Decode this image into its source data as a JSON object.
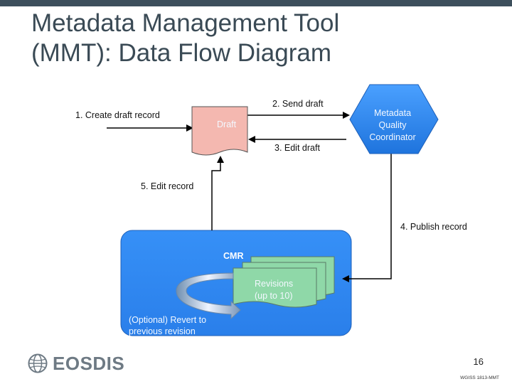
{
  "slide": {
    "title_line1": "Metadata Management Tool",
    "title_line2": "(MMT): Data Flow Diagram",
    "page_number": "16",
    "footer_code": "WGISS 1813-MMT"
  },
  "diagram": {
    "step1_label": "1. Create draft record",
    "step2_label": "2. Send draft",
    "step3_label": "3. Edit draft",
    "step4_label": "4. Publish record",
    "step5_label": "5. Edit record",
    "draft_doc_label": "Draft",
    "coordinator_label": "Metadata Quality Coordinator",
    "cmr_label": "CMR",
    "revisions_label": "Revisions (up to 10)",
    "revert_label": "(Optional) Revert to previous revision"
  },
  "logo": {
    "text": "EOSDIS"
  },
  "colors": {
    "title": "#3a4a55",
    "topbar": "#3d4f5c",
    "draft_fill": "#f4b8b0",
    "coordinator_fill": "#2f86ee",
    "cmr_fill": "#2f86ee",
    "revisions_fill": "#8fd8a8"
  }
}
